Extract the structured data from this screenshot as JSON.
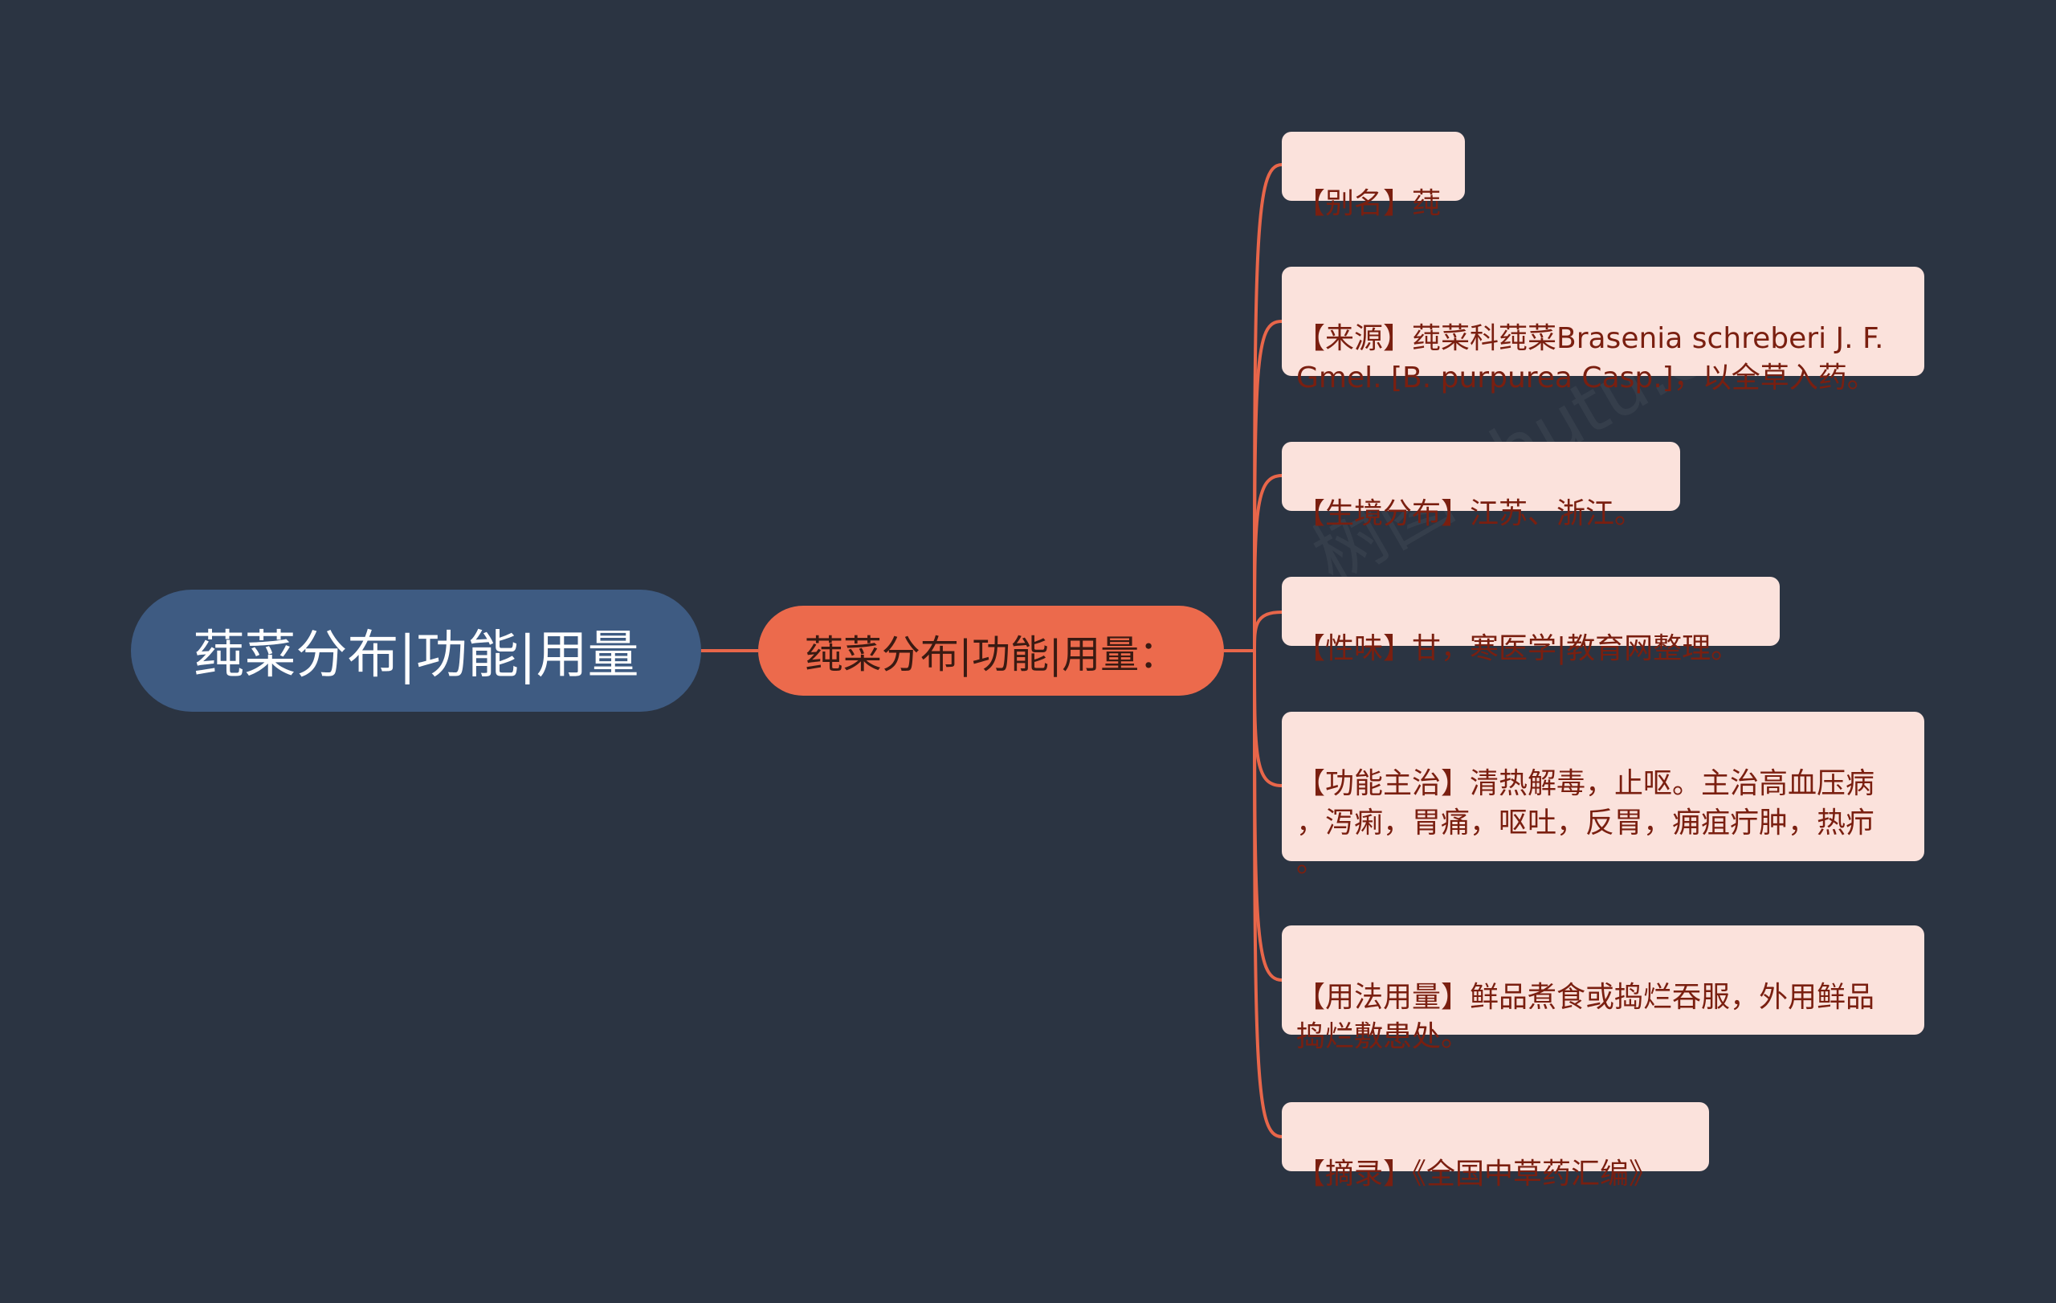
{
  "root": {
    "label": "莼菜分布|功能|用量"
  },
  "branch": {
    "label": "莼菜分布|功能|用量："
  },
  "leaves": [
    {
      "text": "【别名】莼"
    },
    {
      "text": "【来源】莼菜科莼菜Brasenia schreberi J. F.\nGmel. [B. purpurea Casp.]，以全草入药。"
    },
    {
      "text": "【生境分布】江苏、浙江。"
    },
    {
      "text": "【性味】甘，寒医学|教育网整理。"
    },
    {
      "text": "【功能主治】清热解毒，止呕。主治高血压病\n，泻痢，胃痛，呕吐，反胃，痈疽疔肿，热疖\n。"
    },
    {
      "text": "【用法用量】鲜品煮食或捣烂吞服，外用鲜品\n捣烂敷患处。"
    },
    {
      "text": "【摘录】《全国中草药汇编》"
    }
  ],
  "colors": {
    "background": "#2b3442",
    "root": "#3e5b82",
    "branch": "#ec6a4c",
    "leaf": "#fbe2dc",
    "connector": "#e8664a"
  }
}
